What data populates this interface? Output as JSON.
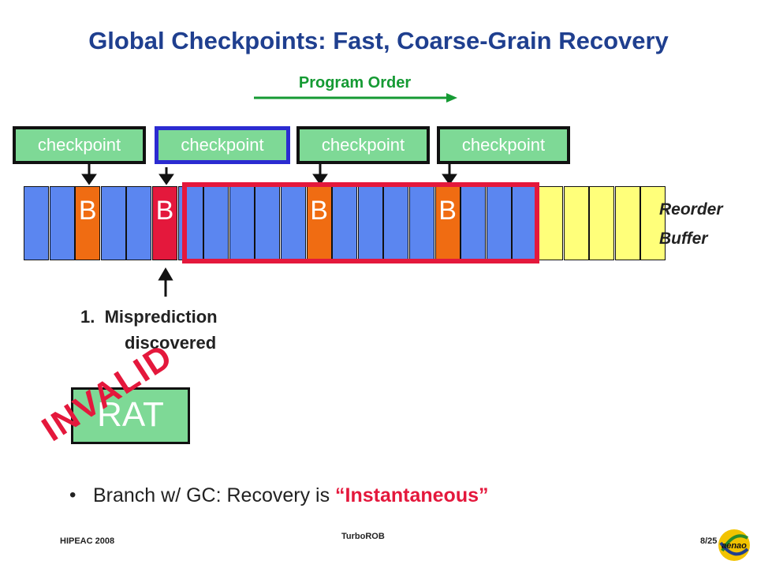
{
  "title": "Global Checkpoints: Fast, Coarse-Grain Recovery",
  "program_order": {
    "label": "Program Order"
  },
  "checkpoints": [
    {
      "label": "checkpoint",
      "selected": false
    },
    {
      "label": "checkpoint",
      "selected": true
    },
    {
      "label": "checkpoint",
      "selected": false
    },
    {
      "label": "checkpoint",
      "selected": false
    }
  ],
  "reorder_buffer": {
    "label_line1": "Reorder",
    "label_line2": "Buffer",
    "cells": [
      {
        "state": "blue",
        "text": ""
      },
      {
        "state": "blue",
        "text": ""
      },
      {
        "state": "orange",
        "text": "B"
      },
      {
        "state": "blue",
        "text": ""
      },
      {
        "state": "blue",
        "text": ""
      },
      {
        "state": "red",
        "text": "B"
      },
      {
        "state": "blue",
        "text": ""
      },
      {
        "state": "blue",
        "text": ""
      },
      {
        "state": "blue",
        "text": ""
      },
      {
        "state": "blue",
        "text": ""
      },
      {
        "state": "blue",
        "text": ""
      },
      {
        "state": "orange",
        "text": "B"
      },
      {
        "state": "blue",
        "text": ""
      },
      {
        "state": "blue",
        "text": ""
      },
      {
        "state": "blue",
        "text": ""
      },
      {
        "state": "blue",
        "text": ""
      },
      {
        "state": "orange",
        "text": "B"
      },
      {
        "state": "blue",
        "text": ""
      },
      {
        "state": "blue",
        "text": ""
      },
      {
        "state": "blue",
        "text": ""
      },
      {
        "state": "yellow",
        "text": ""
      },
      {
        "state": "yellow",
        "text": ""
      },
      {
        "state": "yellow",
        "text": ""
      },
      {
        "state": "yellow",
        "text": ""
      },
      {
        "state": "yellow",
        "text": ""
      }
    ]
  },
  "misprediction": {
    "number": "1.",
    "line1": "Misprediction",
    "line2": "discovered"
  },
  "rat": {
    "label": "RAT",
    "overlay": "INVALID"
  },
  "bullet": {
    "text": "Branch w/ GC: Recovery is ",
    "emphasis": "“Instantaneous”"
  },
  "footer": {
    "left": "HIPEAC 2008",
    "center": "TurboROB",
    "right": "8/25"
  },
  "colors": {
    "title": "#1f3f8f",
    "program_order": "#159a33",
    "checkpoint_fill": "#7ed996",
    "selected_border": "#2b2bd1",
    "highlight": "#e4183c",
    "blue": "#5b86f0",
    "orange": "#f06c12",
    "red": "#e4183c",
    "yellow": "#ffff7a"
  },
  "icons": {
    "logo": "aenao-logo-icon"
  }
}
